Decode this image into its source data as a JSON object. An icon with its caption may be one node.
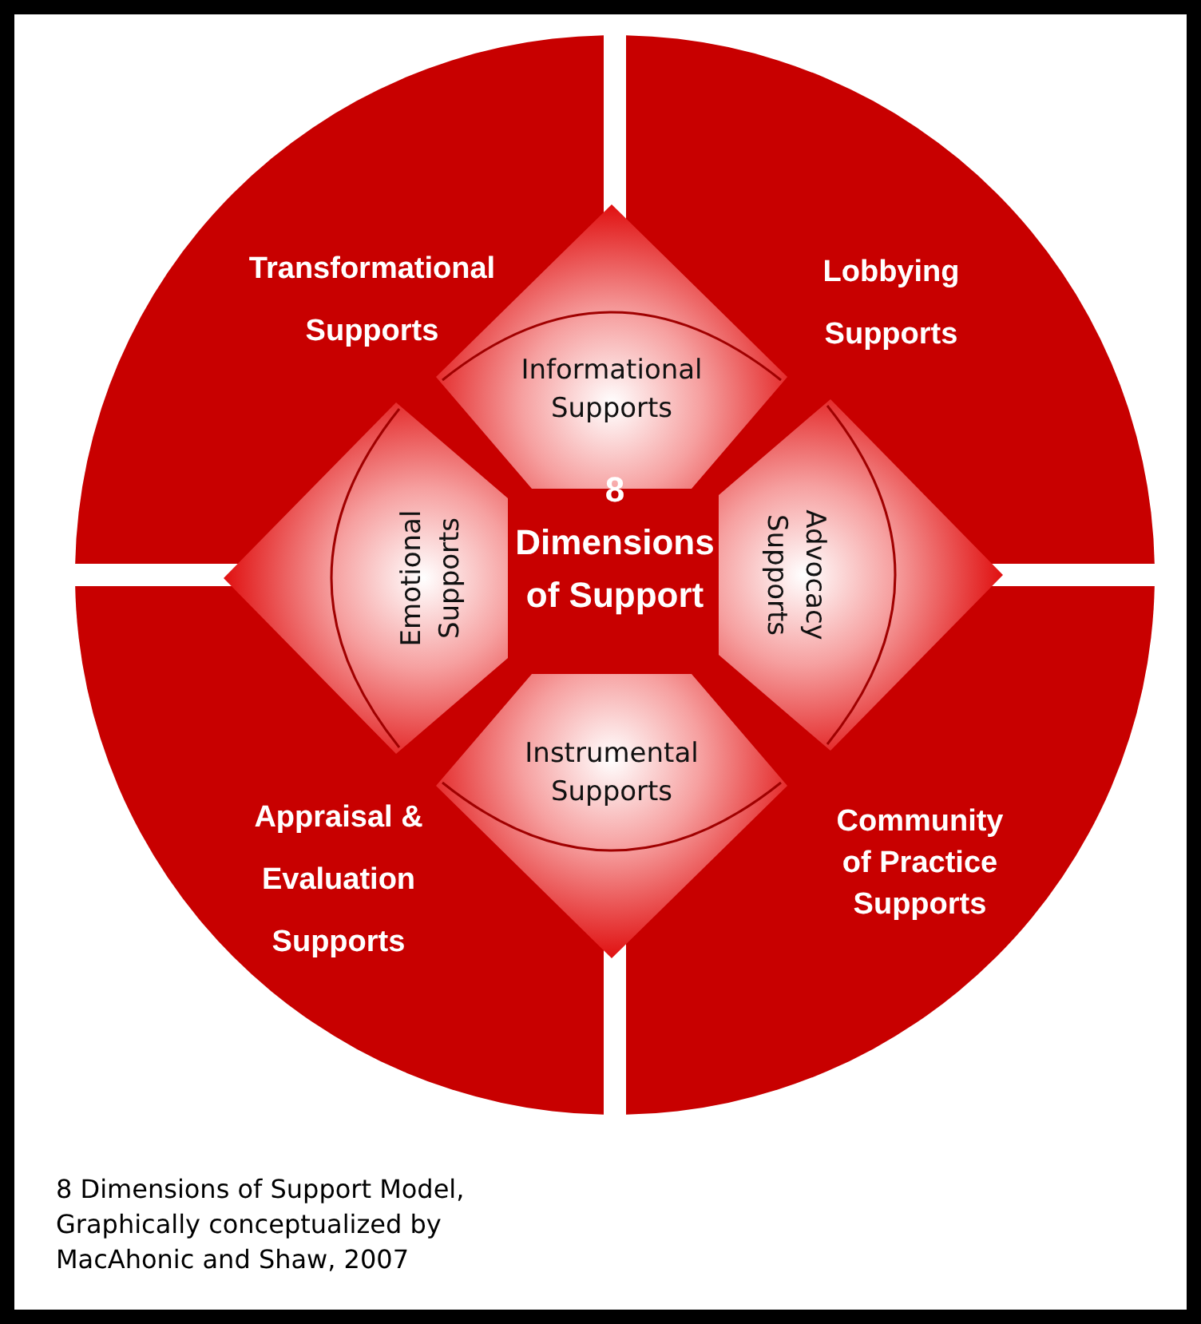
{
  "diagram": {
    "caption": "8 Dimensions of Support Model, Graphically conceptualized by MacAhonic and Shaw, 2007",
    "nodes": [
      {
        "text": [
          "Transformational Supports"
        ]
      },
      {
        "text": [
          "Lobbying Supports"
        ]
      },
      {
        "text": [
          "Informational Supports"
        ]
      },
      {
        "text": [
          "Emotional Supports"
        ]
      },
      {
        "text": [
          "Advocacy Supports"
        ]
      },
      {
        "text": [
          "Instrumental Supports"
        ]
      },
      {
        "text": [
          "Appraisal & Evaluation Supports"
        ]
      },
      {
        "text": [
          "Community of Practice Supports"
        ]
      }
    ],
    "labels": [
      "8 Dimensions of Support"
    ]
  }
}
